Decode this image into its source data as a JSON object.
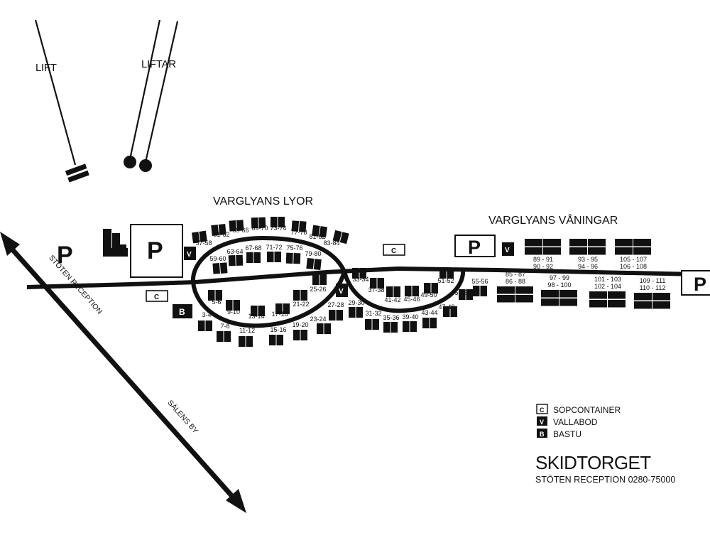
{
  "labels": {
    "lift": "LIFT",
    "liftar": "LIFTAR",
    "lyor": "VARGLYANS LYOR",
    "vaningar": "VARGLYANS VÅNINGAR",
    "road_reception": "STÖTEN RECEPTION",
    "road_by": "SÄLENS BY"
  },
  "symbols": {
    "parking": "P",
    "container": "C",
    "vallabod": "V",
    "bastu": "B"
  },
  "cabins": {
    "lyor": [
      "57-58",
      "61-62",
      "65-66",
      "69-70",
      "73-74",
      "77-78",
      "81-82",
      "83-84",
      "59-60",
      "63-64",
      "67-68",
      "71-72",
      "75-76",
      "79-80",
      "5-6",
      "9-10",
      "13-14",
      "17-18",
      "21-22",
      "25-26",
      "3-4",
      "7-8",
      "11-12",
      "15-16",
      "19-20",
      "23-24",
      "27-28",
      "29-30",
      "31-32",
      "35-36",
      "39-40",
      "43-44",
      "47-48",
      "33-34",
      "37-38",
      "41-42",
      "45-46",
      "49-50",
      "51-52",
      "53-54",
      "55-56"
    ],
    "vaningar": [
      "89 - 91",
      "90 - 92",
      "93 - 95",
      "94 - 96",
      "105 - 107",
      "106 - 108",
      "85 - 87",
      "86 - 88",
      "97 - 99",
      "98 - 100",
      "101 - 103",
      "102 - 104",
      "109 - 111",
      "110 - 112"
    ]
  },
  "legend": [
    {
      "sym": "C",
      "text": "SOPCONTAINER"
    },
    {
      "sym": "V",
      "text": "VALLABOD"
    },
    {
      "sym": "B",
      "text": "BASTU"
    }
  ],
  "title": {
    "main": "SKIDTORGET",
    "sub": "STÖTEN RECEPTION 0280-75000"
  }
}
